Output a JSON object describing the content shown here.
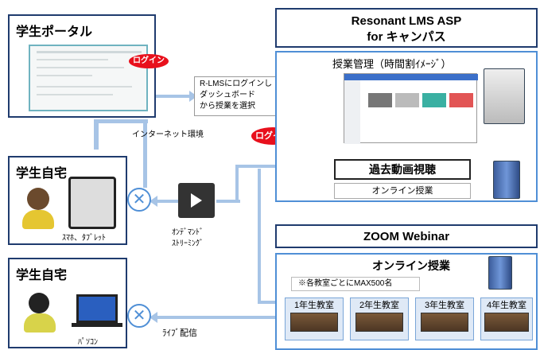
{
  "student_portal": {
    "title": "学生ポータル",
    "login": "ログイン"
  },
  "callout": {
    "line1": "R-LMSにログインし",
    "line2": "ダッシュボード",
    "line3": "から授業を選択"
  },
  "internet_label": "インターネット環境",
  "lms_login": "ログイン",
  "home1": {
    "title": "学生自宅",
    "device_label": "ｽﾏﾎ、ﾀﾌﾞﾚｯﾄ"
  },
  "ondemand": {
    "line1": "ｵﾝﾃﾞﾏﾝﾄﾞ",
    "line2": "ｽﾄﾘｰﾐﾝｸﾞ"
  },
  "home2": {
    "title": "学生自宅",
    "device_label": "ﾊﾟｿｺﾝ"
  },
  "live_label": "ﾗｲﾌﾞ配信",
  "lms": {
    "title_line1": "Resonant LMS ASP",
    "title_line2": "for キャンパス",
    "class_mgmt": "授業管理（時間割ｲﾒｰｼﾞ）",
    "past_video": "過去動画視聴",
    "online_class": "オンライン授業"
  },
  "zoom": {
    "title": "ZOOM Webinar",
    "online_class": "オンライン授業",
    "note": "※各教室ごとにMAX500名",
    "classrooms": [
      "1年生教室",
      "2年生教室",
      "3年生教室",
      "4年生教室"
    ]
  },
  "colors": {
    "dark_navy": "#1f3b6e",
    "blue": "#4f8fd6",
    "red": "#e8101c",
    "arrow": "#a7c4e6"
  }
}
